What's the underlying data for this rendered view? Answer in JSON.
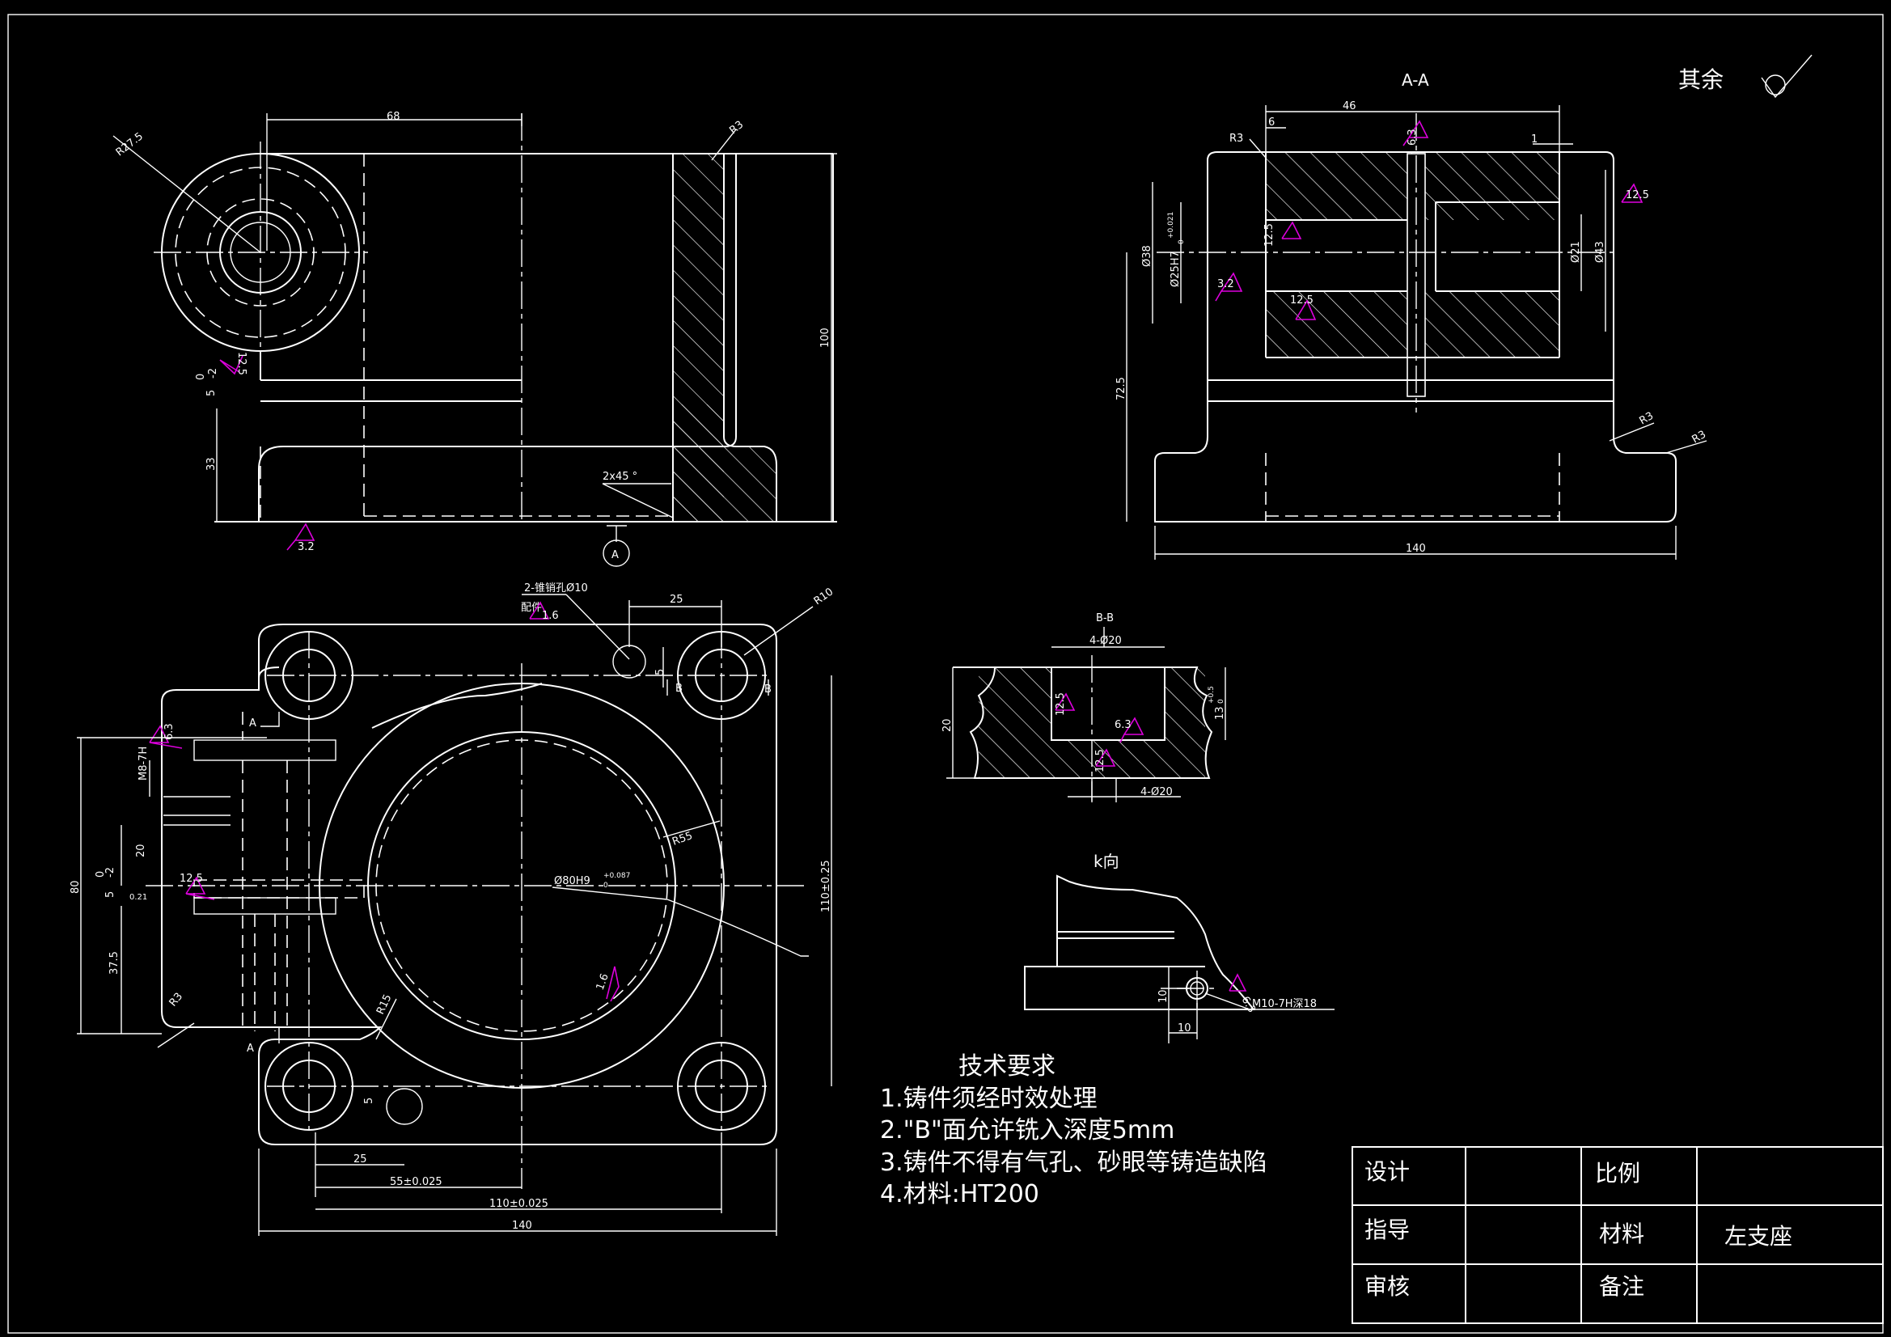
{
  "views": {
    "section_aa_title": "A-A",
    "section_bb_title": "B-B",
    "view_k_title": "k向",
    "section_marker_a": "A"
  },
  "surface_note": {
    "label": "其余"
  },
  "front_view": {
    "dims": [
      "68",
      "R27.5",
      "R3",
      "100",
      "33",
      "5",
      "0",
      "-2",
      "12.5",
      "2x45 °",
      "3.2"
    ]
  },
  "section_aa": {
    "dims": [
      "46",
      "6",
      "R3",
      "6.3",
      "1",
      "12.5",
      "Ø38",
      "Ø25H7",
      "+0.021",
      "0",
      "Ø21",
      "Ø43",
      "3.2",
      "12.5",
      "12.5",
      "72.5",
      "R3",
      "R3",
      "140"
    ]
  },
  "top_view": {
    "dims": [
      "2-锥销孔Ø10",
      "配件",
      "1.6",
      "25",
      "R10",
      "5",
      "B",
      "B",
      "A",
      "A",
      "6.3",
      "M8-7H",
      "20",
      "80",
      "5",
      "-2",
      "0",
      "12.5",
      "0.21",
      "37.5",
      "R3",
      "R15",
      "R55",
      "Ø80H9",
      "+0.087",
      "0",
      "1.6",
      "110±0.25",
      "5",
      "25",
      "55±0.025",
      "110±0.025",
      "140"
    ]
  },
  "section_bb": {
    "dims": [
      "4-Ø20",
      "20",
      "12.5",
      "6.3",
      "12.5",
      "13",
      "+0.5",
      "0",
      "4-Ø20"
    ]
  },
  "view_k": {
    "dims": [
      "10",
      "10",
      "6.3",
      "M10-7H深18"
    ]
  },
  "requirements": {
    "title": "技术要求",
    "items": [
      "1.铸件须经时效处理",
      "2.\"B\"面允许铣入深度5mm",
      "3.铸件不得有气孔、砂眼等铸造缺陷",
      "4.材料:HT200"
    ]
  },
  "title_block": {
    "design": "设计",
    "guide": "指导",
    "review": "审核",
    "scale": "比例",
    "material": "材料",
    "remark": "备注",
    "part_name": "左支座"
  },
  "colors": {
    "background": "#000000",
    "lines": "#ffffff",
    "roughness_marks": "#dd00dd"
  }
}
